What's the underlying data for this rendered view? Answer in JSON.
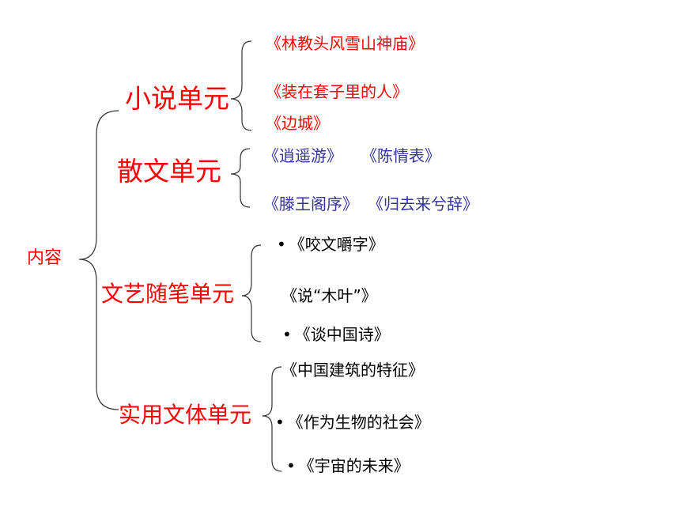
{
  "root": "内容",
  "units": [
    {
      "title": "小说单元",
      "color": "#ff0000",
      "works": [
        "《林教头风雪山神庙》",
        "《装在套子里的人》",
        "《边城》"
      ],
      "work_color": "#ff0000"
    },
    {
      "title": "散文单元",
      "color": "#ff0000",
      "works": [
        "《逍遥游》",
        "《陈情表》",
        "《滕王阁序》",
        "《归去来兮辞》"
      ],
      "work_color": "#333399"
    },
    {
      "title": "文艺随笔单元",
      "color": "#ff0000",
      "works": [
        "《咬文嚼字》",
        "《说“木叶”》",
        "《谈中国诗》"
      ],
      "work_color": "#000000"
    },
    {
      "title": "实用文体单元",
      "color": "#ff0000",
      "works": [
        "《中国建筑的特征》",
        "《作为生物的社会》",
        "《宇宙的未来》"
      ],
      "work_color": "#000000"
    }
  ],
  "bullet_char": "•"
}
